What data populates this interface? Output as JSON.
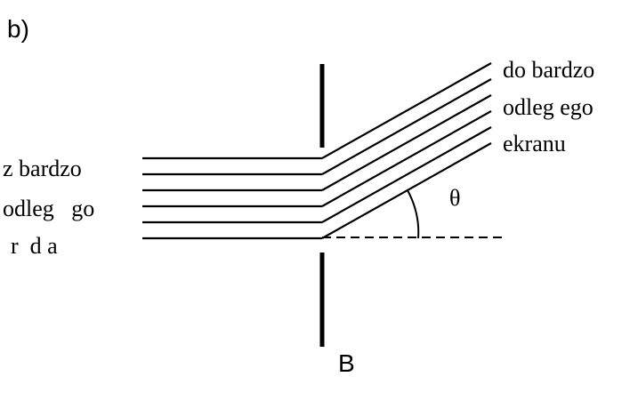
{
  "panel_label": "b)",
  "barrier_label": "B",
  "angle_symbol": "θ",
  "left_labels": [
    "z bardzo",
    "odleg   go",
    "r  d a"
  ],
  "right_labels": [
    "do bardzo",
    "odleg ego",
    "ekranu"
  ],
  "colors": {
    "line": "#000000",
    "background": "#ffffff"
  }
}
